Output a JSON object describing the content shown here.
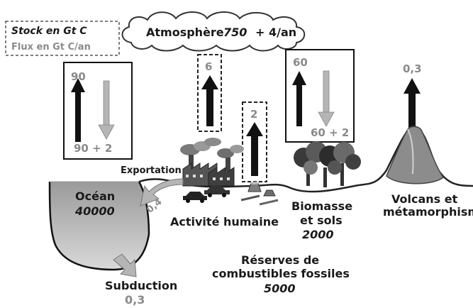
{
  "legend": {
    "stock_label": "Stock en Gt C",
    "flux_label": "Flux en Gt C/an"
  },
  "atmosphere": {
    "label": "Atmosphère",
    "stock": "750",
    "increase": "+ 4/an"
  },
  "ocean": {
    "label": "Océan",
    "stock": "40000",
    "uptake": "90",
    "release": "90 + 2",
    "exportation_label": "Exportation",
    "exportation_value": "0,4",
    "subduction_label": "Subduction",
    "subduction_value": "0,3"
  },
  "human": {
    "label": "Activité humaine",
    "fossil_emission": "6",
    "land_use_emission": "2"
  },
  "biomass": {
    "label_line1": "Biomasse",
    "label_line2": "et sols",
    "stock": "2000",
    "release": "60",
    "uptake": "60 + 2"
  },
  "volcano": {
    "label_line1": "Volcans et",
    "label_line2": "métamorphisme",
    "emission": "0,3"
  },
  "reserves": {
    "label_line1": "Réserves de",
    "label_line2": "combustibles fossiles",
    "stock": "5000"
  },
  "colors": {
    "dark_arrow": "#111111",
    "light_arrow": "#b5b5b5",
    "ocean_fill": "#b8b8b8",
    "ground_line": "#222222",
    "flux_text": "#8a8a8a"
  },
  "icons": [
    "cloud-icon",
    "factory-icon",
    "car-icon",
    "tree-stump-icon",
    "forest-icon",
    "volcano-icon",
    "arrow-up-icon",
    "arrow-down-icon"
  ]
}
